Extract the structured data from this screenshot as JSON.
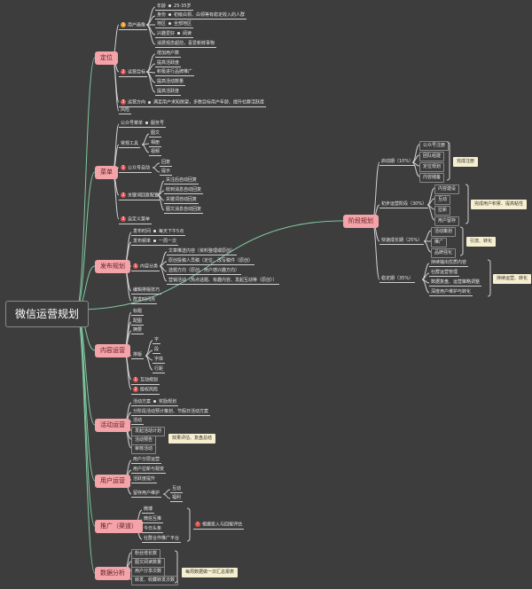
{
  "root": {
    "label": "微信运营规划"
  },
  "branches": {
    "positioning": {
      "label": "定位",
      "user_portrait": "用户画像",
      "age": "年龄",
      "age_value": "25-35岁",
      "identity": "身份",
      "identity_value": "初级白领、白领等有稳定收入的人群",
      "region": "地区",
      "region_value": "全部地区",
      "hobby": "兴趣爱好",
      "hobby_value": "阅读",
      "habit": "消费观念超前，喜爱新鲜事物",
      "ops_goal": "运营目标",
      "goal_items": [
        "增加用户数",
        "提高活跃度",
        "积极进行品牌推广",
        "提高活动数量",
        "提高活跃度"
      ],
      "content_direction": "运营方向",
      "content_direction_value": "满足用户求知欲望，多数目标用户年龄、提升社群活跃度",
      "risk": "风险"
    },
    "menu": {
      "label": "菜单",
      "official_account_menu": "公众号菜单",
      "official_account_value": "服务号",
      "tools": "常规工具",
      "tool_items": [
        "图文",
        "相册",
        "视频"
      ],
      "auto_reply": "公众号自动",
      "auto_reply_items": [
        "回复",
        "提示"
      ],
      "keyword_reply": "关键词回复配置",
      "keyword_items": [
        "关注后自动回复",
        "收到消息自动回复",
        "关键词自动回复",
        "图文消息自动回复"
      ],
      "custom_menu": "自定义菜单"
    },
    "publish": {
      "label": "发布规划",
      "publish_time": "发布时间",
      "publish_time_value": "每天下午5点",
      "frequency": "发布频率",
      "frequency_value": "一周一次",
      "content_category": "内容分类",
      "content_items": [
        "文章推送内容（资料整理或原创）",
        "原创投稿人员稿（定位、改写稿件（原创）",
        "选题方向（原创、用户感兴趣方向）",
        "营销活动（热点话题、有趣内容、发起互动等（原创））"
      ],
      "quality": "编辑排版技巧",
      "mass_send": "群发时间点"
    },
    "design": {
      "label": "内容运营",
      "items": [
        "标题",
        "配图",
        "摘要"
      ],
      "layout": "排版",
      "layout_items": [
        "字",
        "段",
        "字体",
        "行距"
      ],
      "interaction": "互动规划",
      "copyright": "版权风险"
    },
    "activity": {
      "label": "活动运营",
      "event_plan": "活动方案",
      "event_plan_value": "奖励规划",
      "event_topic": "分阶段活动预计策划、节假日活动方案",
      "event_group_label": "活动",
      "event_items": [
        "发起活动计划",
        "活动预告",
        "审核活动"
      ],
      "event_note": "效果评估、复盘总结"
    },
    "users": {
      "label": "用户运营",
      "items": [
        "用户分层运营",
        "用户拉新与裂变",
        "活跃度提升"
      ],
      "feedback": "留存用户维护",
      "feedback_items": [
        "互动",
        "福利"
      ]
    },
    "promotion": {
      "label": "推广（渠道）",
      "items": [
        "微博",
        "微信互推",
        "今日头条",
        "社群合作推广平台"
      ],
      "note": "根据投入与回报评估"
    },
    "data": {
      "label": "数据分析",
      "items": [
        "粉丝增长数",
        "图文阅读数量",
        "用户分享次数",
        "转发、收藏转发次数"
      ],
      "note": "每周数据做一次汇总报表"
    },
    "kpi": {
      "label": "阶段规划",
      "phase1": "启动期（10%）",
      "phase1_items": [
        "公众号注册",
        "团队组建",
        "定位规划",
        "内容储备"
      ],
      "phase1_note": "完成注册",
      "phase2": "初步运营阶段（30%）",
      "phase2_items": [
        "内容建设",
        "互动",
        "拉新",
        "用户留存"
      ],
      "phase2_note": "完成用户积累、提高粘性",
      "phase3": "快速成长期（25%）",
      "phase3_items": [
        "活动策划",
        "推广",
        "品牌强化"
      ],
      "phase3_note": "引流、转化",
      "phase4": "稳定期（35%）",
      "phase4_items": [
        "持续输出优质内容",
        "社群运营管理",
        "数据复盘、运营策略调整",
        "深度用户维护与转化"
      ],
      "phase4_note": "持续运营、转化"
    }
  },
  "colors": {
    "background": "#3d3d3d",
    "branch_pink": "#f4a3a8",
    "note_yellow": "#f6efcf",
    "line": "#cfcfcf"
  }
}
